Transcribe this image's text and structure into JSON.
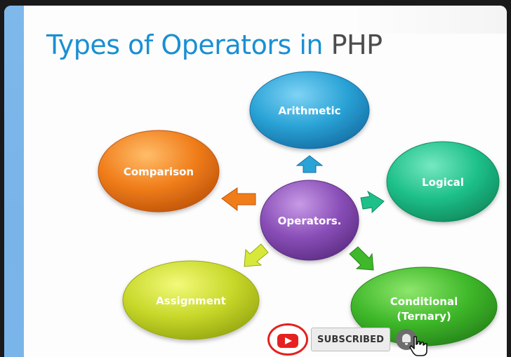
{
  "slide": {
    "title_main": "Types of Operators in",
    "title_accent": "PHP"
  },
  "diagram": {
    "center": {
      "label": "Operators.",
      "color": "#8a4fb8"
    },
    "nodes": [
      {
        "id": "arithmetic",
        "label": "Arithmetic",
        "color": "#2aa3d6"
      },
      {
        "id": "logical",
        "label": "Logical",
        "color": "#1ec08a"
      },
      {
        "id": "conditional",
        "label_line1": "Conditional",
        "label_line2": "(Ternary)",
        "color": "#3fb82a"
      },
      {
        "id": "assignment",
        "label": "Assignment",
        "color": "#c8d82a"
      },
      {
        "id": "comparison",
        "label": "Comparison",
        "color": "#f07d1a"
      }
    ]
  },
  "youtube_overlay": {
    "subscribed_label": "SUBSCRIBED",
    "icons": [
      "youtube-play-icon",
      "bell-icon",
      "hand-cursor-icon"
    ]
  }
}
